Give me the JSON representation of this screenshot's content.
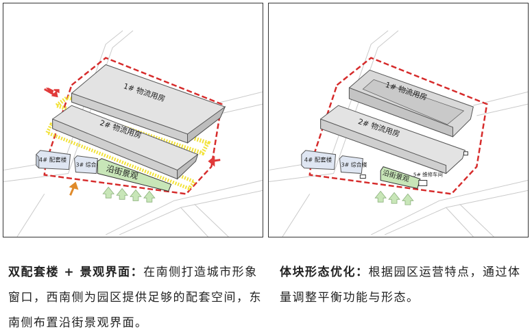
{
  "left_panel": {
    "building_1": "1# 物流用房",
    "building_2": "2# 物流用房",
    "building_3": "3# 综合楼",
    "building_4": "4# 配套楼",
    "landscape": "沿街景观"
  },
  "right_panel": {
    "building_1": "1# 物流用房",
    "building_2": "2# 物流用房",
    "building_3": "3# 综合楼",
    "building_4": "4# 配套楼",
    "building_5": "5# 维修车间",
    "landscape": "沿街景观"
  },
  "captions": {
    "left_title": "双配套楼 + 景观界面",
    "left_colon": "：",
    "left_body": "在南侧打造城市形象窗口，西南侧为园区提供足够的配套空间，东南侧布置沿街景观界面。",
    "right_title": "体块形态优化",
    "right_colon": "：",
    "right_body": "根据园区运营特点，通过体量调整平衡功能与形态。"
  },
  "colors": {
    "boundary": "#d62b2b",
    "arrow_red": "#e03a3a",
    "arrow_orange": "#e08a2a",
    "hatch": "#f2e23a",
    "landscape_fill": "#c8e6b8",
    "building_fill": "#e3e3e3",
    "small_building_fill": "#dfe6f2"
  }
}
